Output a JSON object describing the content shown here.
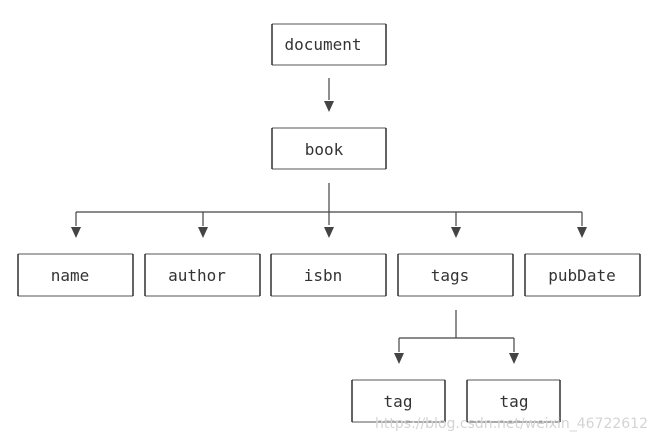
{
  "nodes": {
    "document": "document",
    "book": "book",
    "name": "name",
    "author": "author",
    "isbn": "isbn",
    "tags": "tags",
    "pubDate": "pubDate",
    "tag1": "tag",
    "tag2": "tag"
  },
  "watermark": "https://blog.csdn.net/weixin_46722612",
  "colors": {
    "line": "#444444",
    "text": "#333333",
    "watermark": "#d4d4d4"
  }
}
